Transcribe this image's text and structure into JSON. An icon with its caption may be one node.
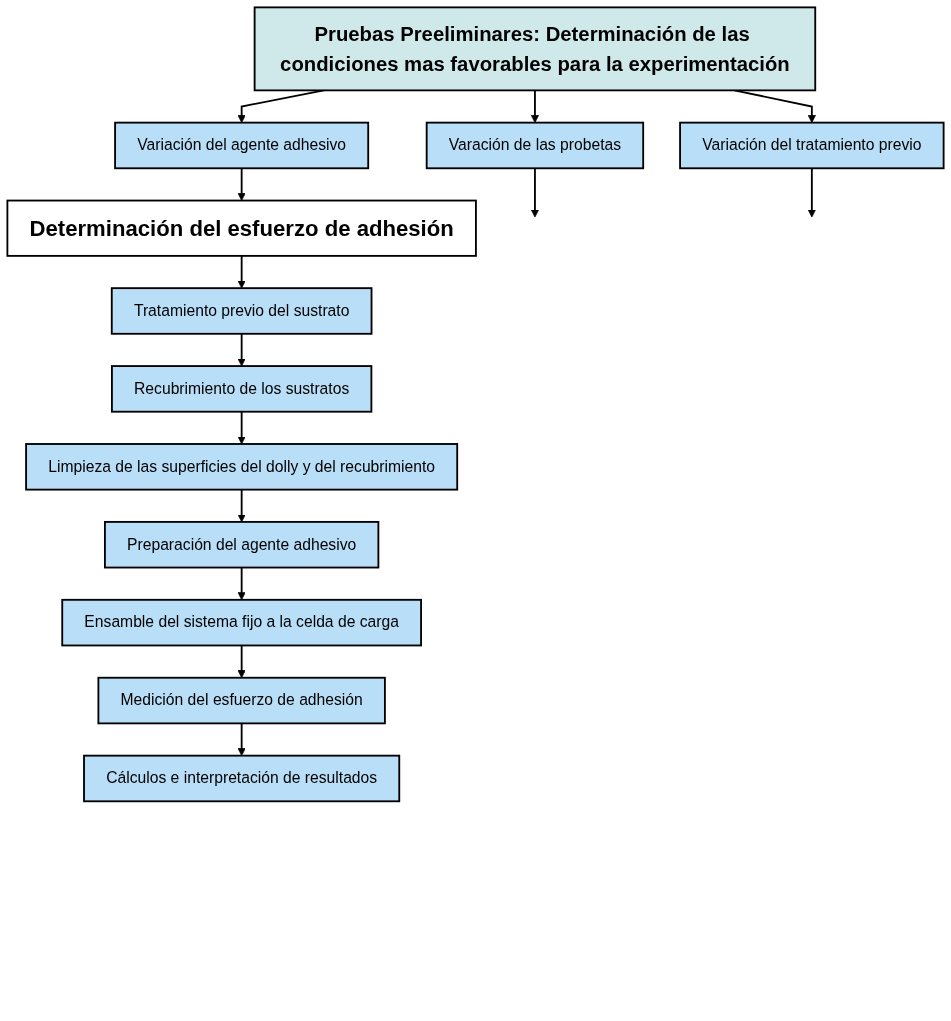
{
  "diagram": {
    "nodes": [
      {
        "text": [
          "Pruebas Preeliminares: Determinación de las condiciones mas favorables para la experimentación"
        ]
      },
      {
        "text": [
          "Varación de las probetas"
        ]
      },
      {
        "text": [
          "Variación del agente adhesivo"
        ]
      },
      {
        "text": [
          "Variación del tratamiento previo"
        ]
      },
      {
        "text": [
          "Determinación del esfuerzo de adhesión"
        ]
      },
      {
        "text": [
          "Tratamiento previo del sustrato"
        ]
      },
      {
        "text": [
          "Recubrimiento de los sustratos"
        ]
      },
      {
        "text": [
          "Limpieza de las superficies del dolly y del recubrimiento"
        ]
      },
      {
        "text": [
          "Preparación del agente adhesivo"
        ]
      },
      {
        "text": [
          "Ensamble del sistema fijo a la celda de carga"
        ]
      },
      {
        "text": [
          "Medición del esfuerzo de adhesión"
        ]
      },
      {
        "text": [
          "Cálculos e interpretación de resultados"
        ]
      }
    ],
    "edges": [
      {
        "from": 0,
        "to": 1,
        "arrow": "to"
      },
      {
        "from": 0,
        "to": 2,
        "arrow": "to"
      },
      {
        "from": 0,
        "to": 3,
        "arrow": "to"
      },
      {
        "from": 1,
        "to": null,
        "arrow": "to"
      },
      {
        "from": 2,
        "to": 4,
        "arrow": "to"
      },
      {
        "from": 3,
        "to": null,
        "arrow": "to"
      },
      {
        "from": 4,
        "to": 5,
        "arrow": "to"
      },
      {
        "from": 5,
        "to": 6,
        "arrow": "to"
      },
      {
        "from": 6,
        "to": 7,
        "arrow": "to"
      },
      {
        "from": 7,
        "to": 8,
        "arrow": "to"
      },
      {
        "from": 8,
        "to": 9,
        "arrow": "to"
      },
      {
        "from": 9,
        "to": 10,
        "arrow": "to"
      },
      {
        "from": 10,
        "to": 11,
        "arrow": "to"
      }
    ]
  }
}
